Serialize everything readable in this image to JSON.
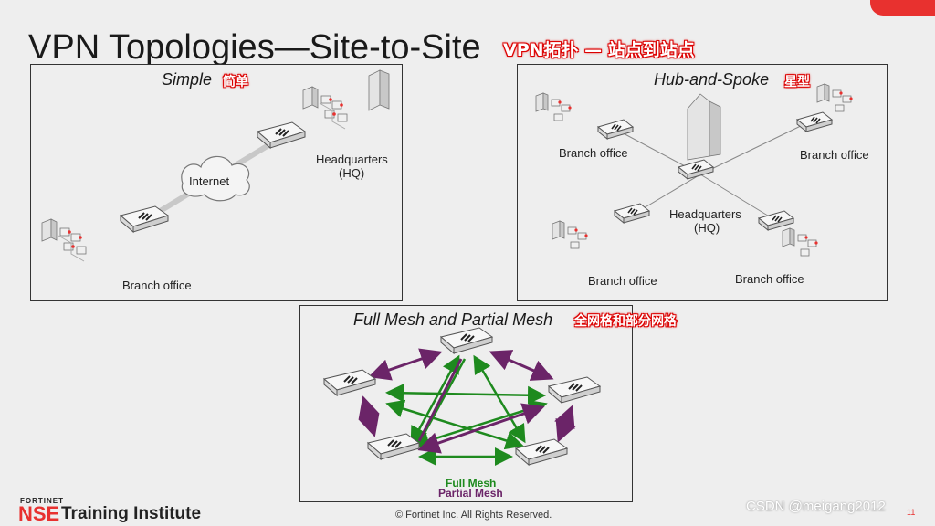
{
  "slide": {
    "title": "VPN Topologies—Site-to-Site",
    "title_cn": "VPN拓扑 — 站点到站点",
    "page_number": "11",
    "copyright": "© Fortinet Inc. All Rights Reserved.",
    "watermark": "CSDN @meigang2012"
  },
  "brand": {
    "small": "FORTINET",
    "nse": "NSE",
    "rest": "Training Institute"
  },
  "simple": {
    "title": "Simple",
    "title_cn": "简单",
    "internet": "Internet",
    "hq_line1": "Headquarters",
    "hq_line2": "(HQ)",
    "branch": "Branch office"
  },
  "hub": {
    "title": "Hub-and-Spoke",
    "title_cn": "星型",
    "branch_tl": "Branch office",
    "branch_tr": "Branch office",
    "branch_bl": "Branch office",
    "branch_br": "Branch office",
    "hq_line1": "Headquarters",
    "hq_line2": "(HQ)"
  },
  "mesh": {
    "title": "Full Mesh and Partial Mesh",
    "title_cn": "全网格和部分网格",
    "legend_full": "Full Mesh",
    "legend_partial": "Partial Mesh"
  },
  "colors": {
    "accent_red": "#e8312f",
    "full_mesh": "#1e8a1e",
    "partial_mesh": "#6b2468"
  }
}
